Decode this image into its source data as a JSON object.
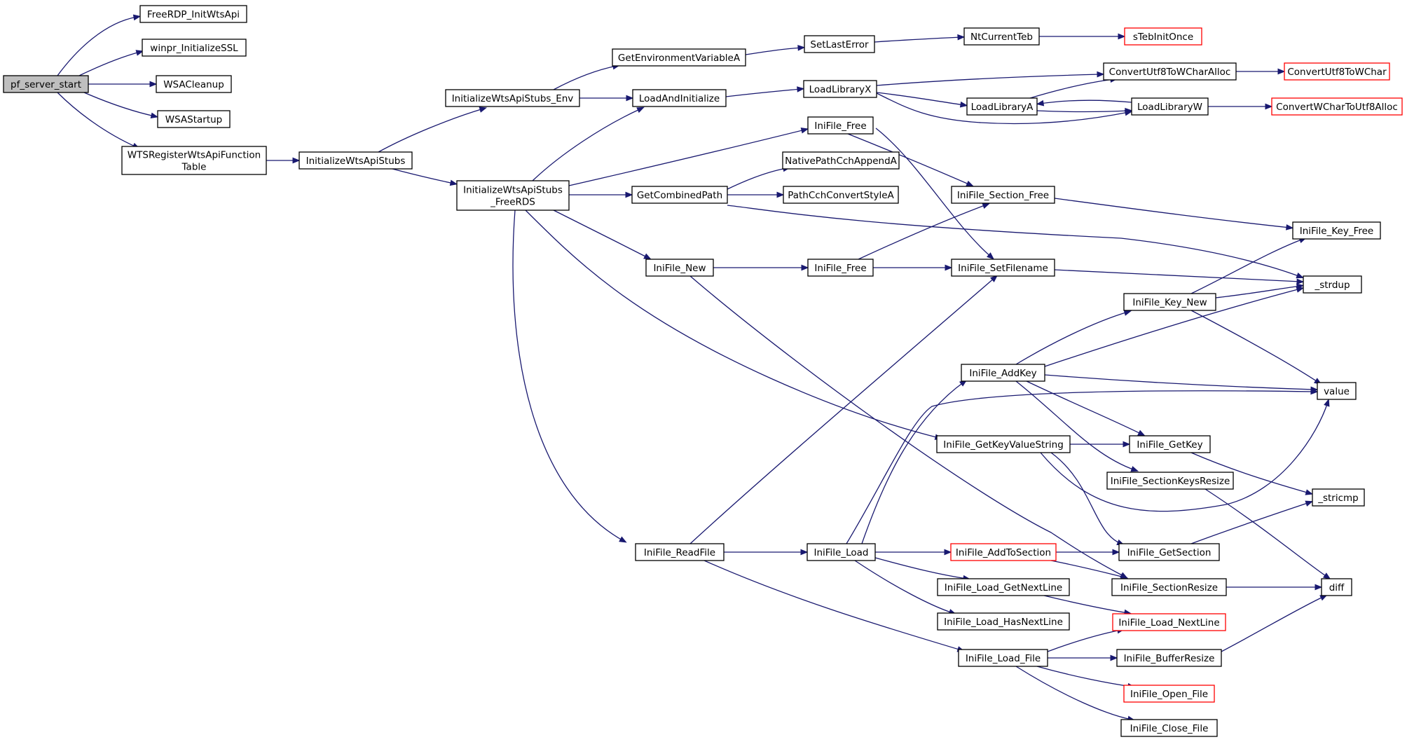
{
  "diagram": {
    "type": "call-graph",
    "colors": {
      "edge": "#191970",
      "root_fill": "#bfbfbf",
      "node_border": "#000000",
      "truncated_border": "#ff0000"
    },
    "nodes": [
      {
        "id": "pf_server_start",
        "lines": [
          "pf_server_start"
        ],
        "style": "root"
      },
      {
        "id": "FreeRDP_InitWtsApi",
        "lines": [
          "FreeRDP_InitWtsApi"
        ]
      },
      {
        "id": "winpr_InitializeSSL",
        "lines": [
          "winpr_InitializeSSL"
        ]
      },
      {
        "id": "WSACleanup",
        "lines": [
          "WSACleanup"
        ]
      },
      {
        "id": "WSAStartup",
        "lines": [
          "WSAStartup"
        ]
      },
      {
        "id": "WTSRegisterWtsApiFunctionTable",
        "lines": [
          "WTSRegisterWtsApiFunction",
          "Table"
        ]
      },
      {
        "id": "InitializeWtsApiStubs",
        "lines": [
          "InitializeWtsApiStubs"
        ]
      },
      {
        "id": "InitializeWtsApiStubs_Env",
        "lines": [
          "InitializeWtsApiStubs_Env"
        ]
      },
      {
        "id": "InitializeWtsApiStubs_FreeRDS",
        "lines": [
          "InitializeWtsApiStubs",
          "_FreeRDS"
        ]
      },
      {
        "id": "GetEnvironmentVariableA",
        "lines": [
          "GetEnvironmentVariableA"
        ]
      },
      {
        "id": "LoadAndInitialize",
        "lines": [
          "LoadAndInitialize"
        ]
      },
      {
        "id": "SetLastError",
        "lines": [
          "SetLastError"
        ]
      },
      {
        "id": "NtCurrentTeb",
        "lines": [
          "NtCurrentTeb"
        ]
      },
      {
        "id": "sTebInitOnce",
        "lines": [
          "sTebInitOnce"
        ],
        "style": "truncated"
      },
      {
        "id": "LoadLibraryX",
        "lines": [
          "LoadLibraryX"
        ]
      },
      {
        "id": "ConvertUtf8ToWCharAlloc",
        "lines": [
          "ConvertUtf8ToWCharAlloc"
        ]
      },
      {
        "id": "ConvertUtf8ToWChar",
        "lines": [
          "ConvertUtf8ToWChar"
        ],
        "style": "truncated"
      },
      {
        "id": "LoadLibraryA",
        "lines": [
          "LoadLibraryA"
        ]
      },
      {
        "id": "LoadLibraryW",
        "lines": [
          "LoadLibraryW"
        ]
      },
      {
        "id": "ConvertWCharToUtf8Alloc",
        "lines": [
          "ConvertWCharToUtf8Alloc"
        ],
        "style": "truncated"
      },
      {
        "id": "IniFile_Free_1",
        "lines": [
          "IniFile_Free"
        ]
      },
      {
        "id": "NativePathCchAppendA",
        "lines": [
          "NativePathCchAppendA"
        ]
      },
      {
        "id": "GetCombinedPath",
        "lines": [
          "GetCombinedPath"
        ]
      },
      {
        "id": "PathCchConvertStyleA",
        "lines": [
          "PathCchConvertStyleA"
        ]
      },
      {
        "id": "IniFile_Section_Free",
        "lines": [
          "IniFile_Section_Free"
        ]
      },
      {
        "id": "IniFile_Key_Free",
        "lines": [
          "IniFile_Key_Free"
        ]
      },
      {
        "id": "IniFile_New",
        "lines": [
          "IniFile_New"
        ]
      },
      {
        "id": "IniFile_Free_2",
        "lines": [
          "IniFile_Free"
        ]
      },
      {
        "id": "IniFile_SetFilename",
        "lines": [
          "IniFile_SetFilename"
        ]
      },
      {
        "id": "_strdup",
        "lines": [
          "_strdup"
        ]
      },
      {
        "id": "IniFile_Key_New",
        "lines": [
          "IniFile_Key_New"
        ]
      },
      {
        "id": "IniFile_AddKey",
        "lines": [
          "IniFile_AddKey"
        ]
      },
      {
        "id": "value",
        "lines": [
          "value"
        ]
      },
      {
        "id": "IniFile_GetKeyValueString",
        "lines": [
          "IniFile_GetKeyValueString"
        ]
      },
      {
        "id": "IniFile_GetKey",
        "lines": [
          "IniFile_GetKey"
        ]
      },
      {
        "id": "IniFile_SectionKeysResize",
        "lines": [
          "IniFile_SectionKeysResize"
        ]
      },
      {
        "id": "_stricmp",
        "lines": [
          "_stricmp"
        ]
      },
      {
        "id": "IniFile_ReadFile",
        "lines": [
          "IniFile_ReadFile"
        ]
      },
      {
        "id": "IniFile_Load",
        "lines": [
          "IniFile_Load"
        ]
      },
      {
        "id": "IniFile_AddToSection",
        "lines": [
          "IniFile_AddToSection"
        ],
        "style": "truncated"
      },
      {
        "id": "IniFile_GetSection",
        "lines": [
          "IniFile_GetSection"
        ]
      },
      {
        "id": "IniFile_Load_GetNextLine",
        "lines": [
          "IniFile_Load_GetNextLine"
        ]
      },
      {
        "id": "IniFile_SectionResize",
        "lines": [
          "IniFile_SectionResize"
        ]
      },
      {
        "id": "diff",
        "lines": [
          "diff"
        ]
      },
      {
        "id": "IniFile_Load_HasNextLine",
        "lines": [
          "IniFile_Load_HasNextLine"
        ]
      },
      {
        "id": "IniFile_Load_NextLine",
        "lines": [
          "IniFile_Load_NextLine"
        ],
        "style": "truncated"
      },
      {
        "id": "IniFile_Load_File",
        "lines": [
          "IniFile_Load_File"
        ]
      },
      {
        "id": "IniFile_BufferResize",
        "lines": [
          "IniFile_BufferResize"
        ]
      },
      {
        "id": "IniFile_Open_File",
        "lines": [
          "IniFile_Open_File"
        ],
        "style": "truncated"
      },
      {
        "id": "IniFile_Close_File",
        "lines": [
          "IniFile_Close_File"
        ]
      }
    ],
    "edges": [
      [
        "pf_server_start",
        "FreeRDP_InitWtsApi"
      ],
      [
        "pf_server_start",
        "winpr_InitializeSSL"
      ],
      [
        "pf_server_start",
        "WSACleanup"
      ],
      [
        "pf_server_start",
        "WSAStartup"
      ],
      [
        "pf_server_start",
        "WTSRegisterWtsApiFunctionTable"
      ],
      [
        "WTSRegisterWtsApiFunctionTable",
        "InitializeWtsApiStubs"
      ],
      [
        "InitializeWtsApiStubs",
        "InitializeWtsApiStubs_Env"
      ],
      [
        "InitializeWtsApiStubs",
        "InitializeWtsApiStubs_FreeRDS"
      ],
      [
        "InitializeWtsApiStubs_Env",
        "GetEnvironmentVariableA"
      ],
      [
        "InitializeWtsApiStubs_Env",
        "LoadAndInitialize"
      ],
      [
        "GetEnvironmentVariableA",
        "SetLastError"
      ],
      [
        "SetLastError",
        "NtCurrentTeb"
      ],
      [
        "NtCurrentTeb",
        "sTebInitOnce"
      ],
      [
        "LoadAndInitialize",
        "LoadLibraryX"
      ],
      [
        "LoadLibraryX",
        "ConvertUtf8ToWCharAlloc"
      ],
      [
        "LoadLibraryX",
        "LoadLibraryA"
      ],
      [
        "LoadLibraryX",
        "LoadLibraryW"
      ],
      [
        "ConvertUtf8ToWCharAlloc",
        "ConvertUtf8ToWChar"
      ],
      [
        "LoadLibraryA",
        "ConvertUtf8ToWCharAlloc"
      ],
      [
        "LoadLibraryA",
        "LoadLibraryW"
      ],
      [
        "LoadLibraryW",
        "LoadLibraryA"
      ],
      [
        "LoadLibraryW",
        "ConvertWCharToUtf8Alloc"
      ],
      [
        "InitializeWtsApiStubs_FreeRDS",
        "LoadAndInitialize"
      ],
      [
        "InitializeWtsApiStubs_FreeRDS",
        "IniFile_Free_1"
      ],
      [
        "InitializeWtsApiStubs_FreeRDS",
        "GetCombinedPath"
      ],
      [
        "InitializeWtsApiStubs_FreeRDS",
        "IniFile_New"
      ],
      [
        "InitializeWtsApiStubs_FreeRDS",
        "IniFile_GetKeyValueString"
      ],
      [
        "InitializeWtsApiStubs_FreeRDS",
        "IniFile_ReadFile"
      ],
      [
        "IniFile_Free_1",
        "IniFile_Section_Free"
      ],
      [
        "IniFile_Free_1",
        "IniFile_SetFilename"
      ],
      [
        "GetCombinedPath",
        "NativePathCchAppendA"
      ],
      [
        "GetCombinedPath",
        "PathCchConvertStyleA"
      ],
      [
        "GetCombinedPath",
        "_strdup"
      ],
      [
        "IniFile_Section_Free",
        "IniFile_Key_Free"
      ],
      [
        "IniFile_New",
        "IniFile_Free_2"
      ],
      [
        "IniFile_New",
        "IniFile_SectionResize"
      ],
      [
        "IniFile_Free_2",
        "IniFile_Section_Free"
      ],
      [
        "IniFile_Free_2",
        "IniFile_SetFilename"
      ],
      [
        "IniFile_SetFilename",
        "_strdup"
      ],
      [
        "IniFile_Key_New",
        "IniFile_Key_Free"
      ],
      [
        "IniFile_Key_New",
        "_strdup"
      ],
      [
        "IniFile_Key_New",
        "value"
      ],
      [
        "IniFile_AddKey",
        "IniFile_Key_New"
      ],
      [
        "IniFile_AddKey",
        "_strdup"
      ],
      [
        "IniFile_AddKey",
        "value"
      ],
      [
        "IniFile_AddKey",
        "IniFile_GetKey"
      ],
      [
        "IniFile_AddKey",
        "IniFile_SectionKeysResize"
      ],
      [
        "IniFile_GetKeyValueString",
        "IniFile_GetKey"
      ],
      [
        "IniFile_GetKeyValueString",
        "value"
      ],
      [
        "IniFile_GetKeyValueString",
        "IniFile_GetSection"
      ],
      [
        "IniFile_GetKey",
        "_stricmp"
      ],
      [
        "IniFile_SectionKeysResize",
        "diff"
      ],
      [
        "IniFile_GetSection",
        "_stricmp"
      ],
      [
        "IniFile_ReadFile",
        "IniFile_SetFilename"
      ],
      [
        "IniFile_ReadFile",
        "IniFile_Load"
      ],
      [
        "IniFile_ReadFile",
        "IniFile_Load_File"
      ],
      [
        "IniFile_Load",
        "IniFile_AddKey"
      ],
      [
        "IniFile_Load",
        "value"
      ],
      [
        "IniFile_Load",
        "IniFile_AddToSection"
      ],
      [
        "IniFile_Load",
        "IniFile_Load_GetNextLine"
      ],
      [
        "IniFile_Load",
        "IniFile_Load_HasNextLine"
      ],
      [
        "IniFile_AddToSection",
        "IniFile_GetSection"
      ],
      [
        "IniFile_AddToSection",
        "IniFile_SectionResize"
      ],
      [
        "IniFile_SectionResize",
        "diff"
      ],
      [
        "IniFile_Load_GetNextLine",
        "IniFile_Load_NextLine"
      ],
      [
        "IniFile_Load_File",
        "IniFile_Load_NextLine"
      ],
      [
        "IniFile_Load_File",
        "IniFile_BufferResize"
      ],
      [
        "IniFile_Load_File",
        "IniFile_Open_File"
      ],
      [
        "IniFile_Load_File",
        "IniFile_Close_File"
      ],
      [
        "IniFile_BufferResize",
        "diff"
      ]
    ]
  }
}
